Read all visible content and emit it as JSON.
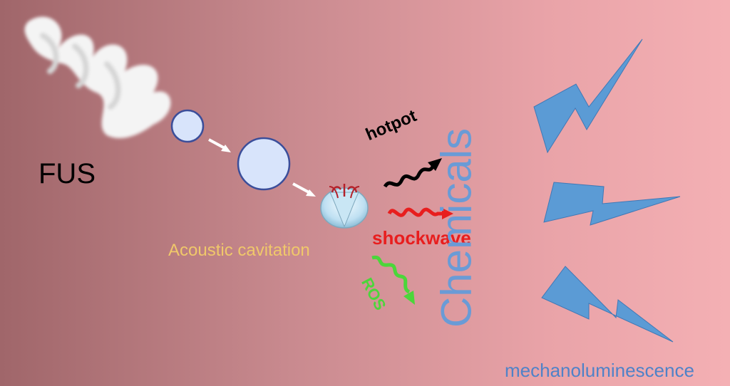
{
  "labels": {
    "fus": "FUS",
    "acoustic_cavitation": "Acoustic cavitation",
    "hotpot": "hotpot",
    "shockwave": "shockwave",
    "ros": "ROS",
    "chemicals": "Chemicals",
    "mechanoluminescence": "mechanoluminescence"
  },
  "colors": {
    "hotpot": "#000000",
    "shockwave": "#e81e1e",
    "ros": "#4bd63a",
    "chemicals": "#6a9bd6",
    "mechanoluminescence": "#4f82c8",
    "acoustic_cavitation": "#f0c86a",
    "bubble_fill": "#d8e4fb",
    "bubble_stroke": "#3b4e9a",
    "bolt_fill": "#5b9bd5"
  },
  "icons": {
    "transducer": "ultrasound-transducer-icon",
    "bubble_small": "small-bubble-icon",
    "bubble_large": "large-bubble-icon",
    "collapse": "collapsing-bubble-icon",
    "bolt": "lightning-bolt-icon"
  }
}
